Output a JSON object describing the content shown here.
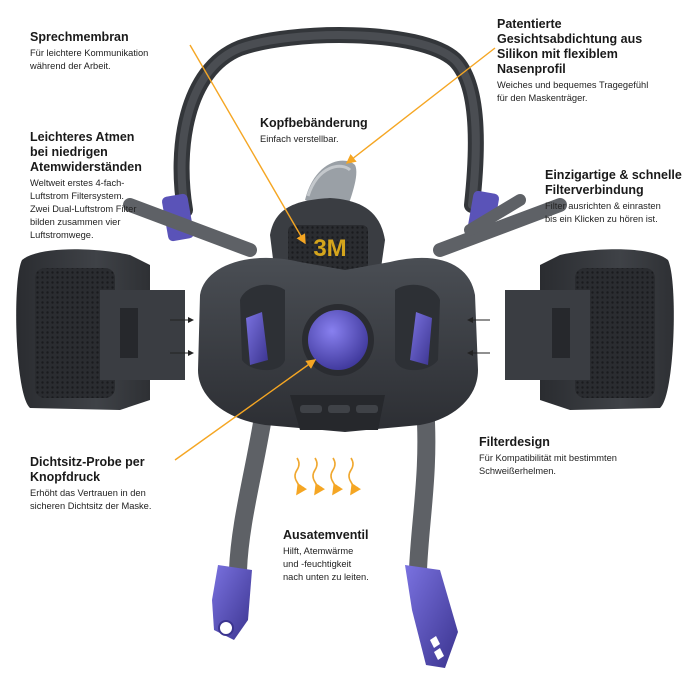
{
  "callouts": {
    "sprechmembran": {
      "title": "Sprechmembran",
      "desc": "Für leichtere Kommunikation\nwährend der Arbeit."
    },
    "patentiert": {
      "title": "Patentierte\nGesichtsabdichtung aus\nSilikon mit flexiblem\nNasenprofil",
      "desc": "Weiches und bequemes Tragegefühl\nfür den Maskenträger."
    },
    "kopfbaenderung": {
      "title": "Kopfbebänderung",
      "desc": "Einfach verstellbar."
    },
    "atmen": {
      "title": "Leichteres Atmen\nbei niedrigen\nAtemwiderständen",
      "desc": "Weltweit erstes 4-fach-\nLuftstrom Filtersystem.\nZwei Dual-Luftstrom Filter\nbilden zusammen vier\nLuftstromwege."
    },
    "filterverbindung": {
      "title": "Einzigartige & schnelle\nFilterverbindung",
      "desc": "Filter ausrichten & einrasten\nbis ein Klicken zu hören ist."
    },
    "dichtsitz": {
      "title": "Dichtsitz-Probe per\nKnopfdruck",
      "desc": "Erhöht das Vertrauen in den\nsicheren Dichtsitz der Maske."
    },
    "filterdesign": {
      "title": "Filterdesign",
      "desc": "Für Kompatibilität mit bestimmten\nSchweißerhelmen."
    },
    "ausatemventil": {
      "title": "Ausatemventil",
      "desc": "Hilft, Atemwärme\nund -feuchtigkeit\nnach unten zu leiten."
    }
  },
  "mask_logo": "3M",
  "colors": {
    "mask_body": "#3a3d42",
    "mask_dark": "#26282c",
    "strap": "#5e6166",
    "purple": "#5a53b8",
    "leader": "#f5a623",
    "exhale_arrow": "#f0a830",
    "nose_seal": "#9aa0a6"
  }
}
